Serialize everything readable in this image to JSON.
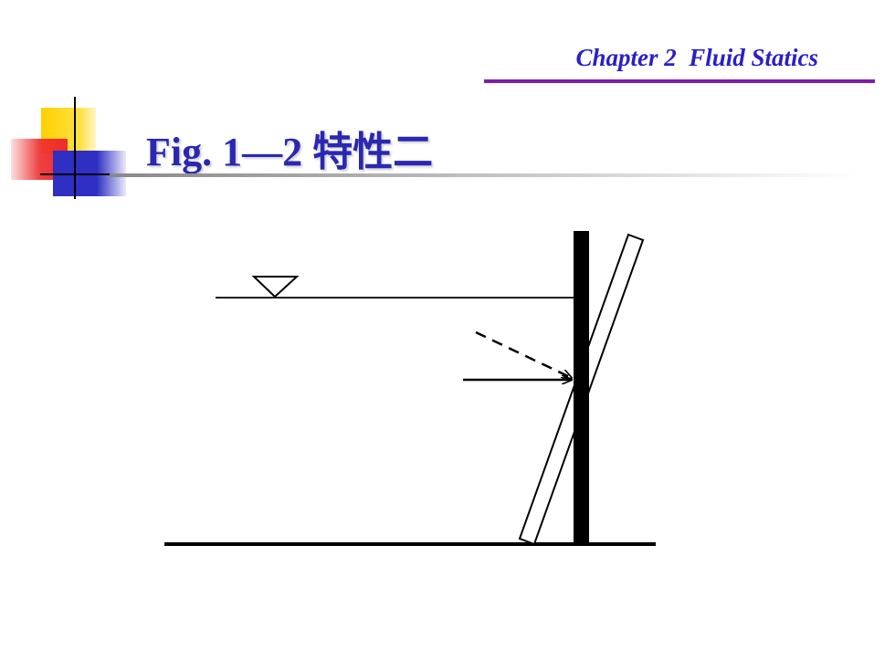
{
  "header": {
    "chapter_title": "Chapter 2  Fluid Statics"
  },
  "slide": {
    "title": "Fig. 1—2 特性二"
  },
  "colors": {
    "chapter_text": "#2a1fc8",
    "chapter_rule": "#7e1ea7",
    "title_text": "#2a28b0",
    "deco_yellow": "#ffd000",
    "deco_red": "#ee2b2b",
    "deco_blue": "#2f2fc4",
    "diagram_stroke": "#000000"
  },
  "diagram": {
    "symbols": [
      "free-surface-triangle-symbol",
      "vertical-wall",
      "inclined-plate",
      "normal-pressure-arrow",
      "oblique-force-dashed-arrow",
      "bottom-ground-line"
    ]
  }
}
